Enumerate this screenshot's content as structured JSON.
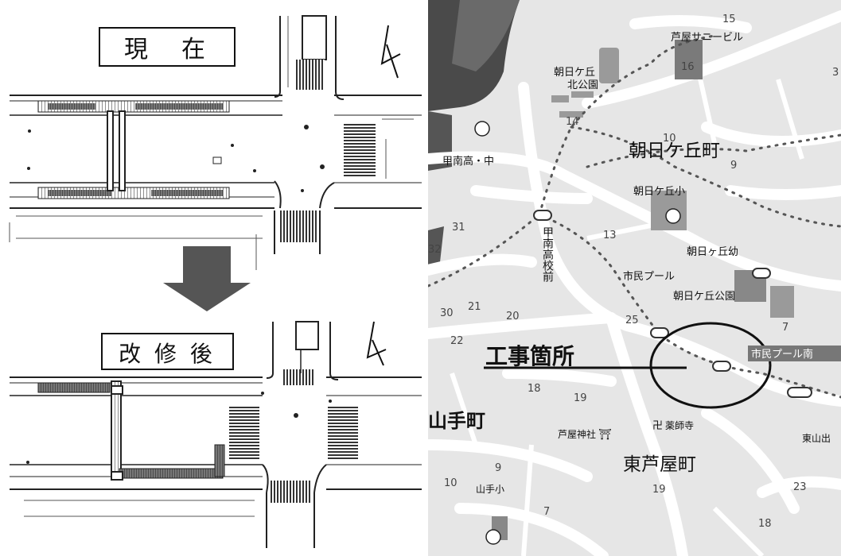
{
  "plan": {
    "before_title": "現　在",
    "after_title": "改 修 後"
  },
  "map": {
    "site_label": "工事箇所",
    "district_labels": [
      "朝日ケ丘町",
      "東芦屋町",
      "山手町"
    ],
    "place_labels": [
      "芦屋サニービル",
      "朝日ケ丘",
      "北公園",
      "甲南高・中",
      "朝日ケ丘小",
      "朝日ヶ丘幼",
      "市民プール",
      "朝日ケ丘公園",
      "市民プール南",
      "芦屋神社",
      "薬師寺",
      "東山出",
      "山手小"
    ],
    "bus_stop_label": "甲南高校前",
    "block_numbers": [
      "15",
      "16",
      "14",
      "10",
      "9",
      "13",
      "31",
      "32",
      "30",
      "21",
      "20",
      "25",
      "22",
      "18",
      "19",
      "7",
      "9",
      "10",
      "7",
      "19",
      "23",
      "18",
      "3"
    ]
  }
}
